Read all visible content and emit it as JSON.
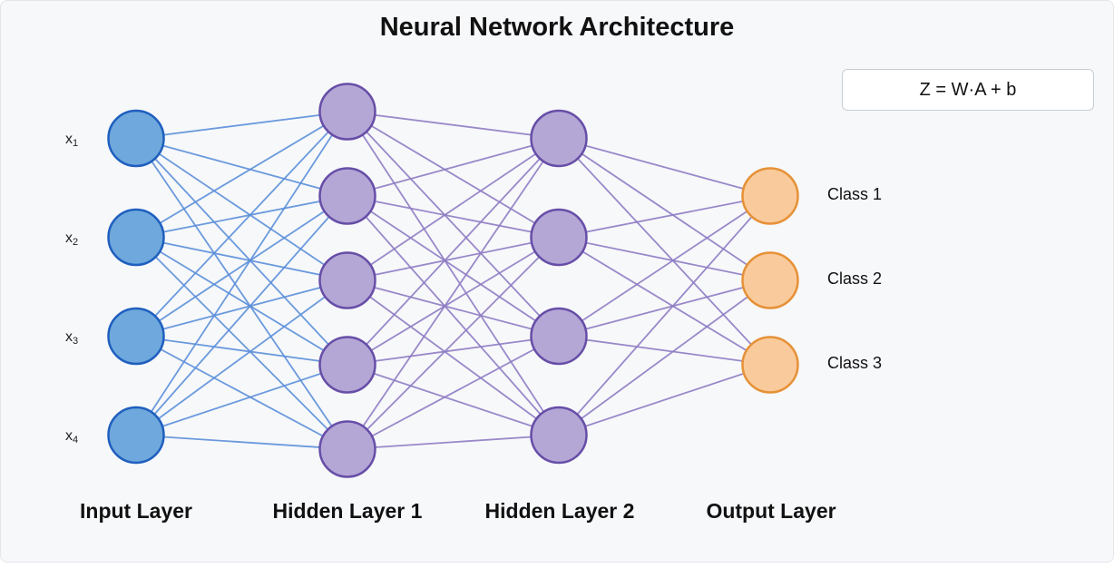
{
  "title": "Neural Network Architecture",
  "formula": "Z = W·A + b",
  "input_labels": [
    {
      "base": "x",
      "sub": "1"
    },
    {
      "base": "x",
      "sub": "2"
    },
    {
      "base": "x",
      "sub": "3"
    },
    {
      "base": "x",
      "sub": "4"
    }
  ],
  "output_labels": [
    "Class 1",
    "Class 2",
    "Class 3"
  ],
  "layers": [
    {
      "name": "Input Layer",
      "nodes": 4
    },
    {
      "name": "Hidden Layer 1",
      "nodes": 5
    },
    {
      "name": "Hidden Layer 2",
      "nodes": 4
    },
    {
      "name": "Output Layer",
      "nodes": 3
    }
  ],
  "colors": {
    "input_fill": "#6fa8dc",
    "input_stroke": "#1f5fbf",
    "hidden_fill": "#b4a7d6",
    "hidden_stroke": "#674ea7",
    "output_fill": "#f9cb9c",
    "output_stroke": "#e69138",
    "edge_input": "#5b8fd9",
    "edge_hidden": "#8e7cc3"
  }
}
